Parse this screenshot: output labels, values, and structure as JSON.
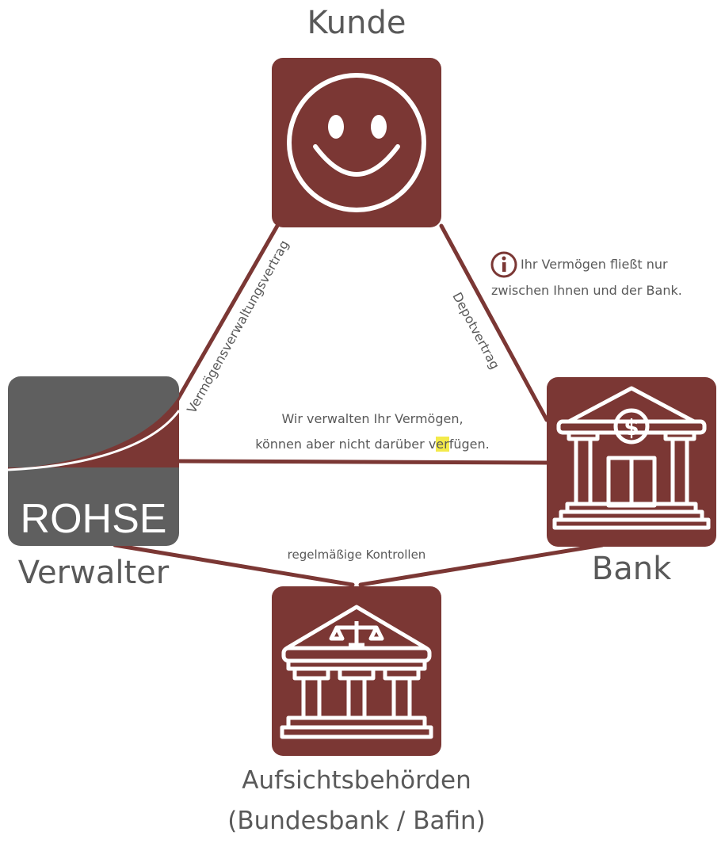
{
  "nodes": {
    "kunde": {
      "title": "Kunde",
      "icon": "smiley-icon"
    },
    "verwalter": {
      "title": "Verwalter",
      "logo_text": "ROHSE",
      "icon": "rohse-logo"
    },
    "bank": {
      "title": "Bank",
      "icon": "bank-building-icon"
    },
    "aufsicht": {
      "title_line1": "Aufsichtsbehörden",
      "title_line2": "(Bundesbank / Bafin)",
      "icon": "courthouse-scales-icon"
    }
  },
  "edges": {
    "kunde_verwalter": "Vermögensverwaltungsvertrag",
    "kunde_bank": "Depotvertrag",
    "verwalter_bank_line1": "Wir verwalten Ihr Vermögen,",
    "verwalter_bank_line2_a": "können aber nicht darüber v",
    "verwalter_bank_line2_b": "er",
    "verwalter_bank_line2_c": "fügen.",
    "aufsicht": "regelmäßige Kontrollen"
  },
  "info": {
    "icon": "info-icon",
    "line1": "Ihr Vermögen fließt nur",
    "line2": "zwischen Ihnen und der Bank."
  },
  "colors": {
    "brand_red": "#7b3734",
    "logo_gray": "#5f5f5f",
    "text_gray": "#595959"
  }
}
